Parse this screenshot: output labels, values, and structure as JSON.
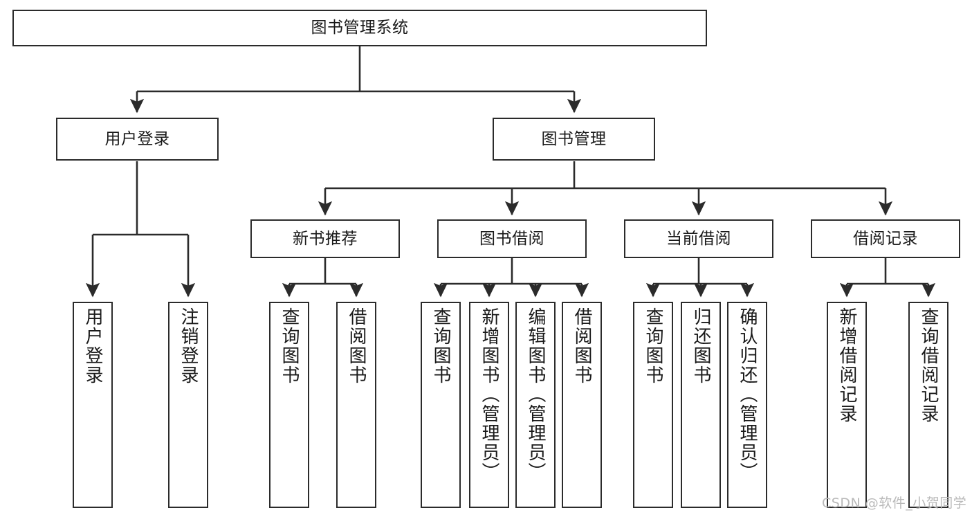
{
  "diagram": {
    "type": "tree-hierarchy",
    "title": "图书管理系统",
    "watermark": "CSDN @软件_小贺同学",
    "colors": {
      "node_border": "#2b2b2b",
      "node_fill": "#ffffff",
      "edge": "#2b2b2b",
      "text": "#1a1a1a",
      "watermark": "#b9b9b9",
      "background": "#ffffff"
    },
    "nodes": {
      "root": {
        "label": "图书管理系统"
      },
      "level2": [
        {
          "id": "user-login",
          "label": "用户登录"
        },
        {
          "id": "book-management",
          "label": "图书管理"
        }
      ],
      "level3": [
        {
          "id": "new-book-recommend",
          "label": "新书推荐"
        },
        {
          "id": "book-borrow",
          "label": "图书借阅"
        },
        {
          "id": "current-borrow",
          "label": "当前借阅"
        },
        {
          "id": "borrow-record",
          "label": "借阅记录"
        }
      ],
      "leaves": {
        "user_login": [
          {
            "id": "leaf-user-login",
            "label": "用户登录"
          },
          {
            "id": "leaf-user-logout",
            "label": "注销登录"
          }
        ],
        "new_book_recommend": [
          {
            "id": "leaf-query-book-1",
            "label": "查询图书"
          },
          {
            "id": "leaf-borrow-book-1",
            "label": "借阅图书"
          }
        ],
        "book_borrow": [
          {
            "id": "leaf-query-book-2",
            "label": "查询图书"
          },
          {
            "id": "leaf-add-book",
            "label": "新增图书（管理员）"
          },
          {
            "id": "leaf-edit-book",
            "label": "编辑图书（管理员）"
          },
          {
            "id": "leaf-borrow-book-2",
            "label": "借阅图书"
          }
        ],
        "current_borrow": [
          {
            "id": "leaf-query-book-3",
            "label": "查询图书"
          },
          {
            "id": "leaf-return-book",
            "label": "归还图书"
          },
          {
            "id": "leaf-confirm-return",
            "label": "确认归还（管理员）"
          }
        ],
        "borrow_record": [
          {
            "id": "leaf-add-record",
            "label": "新增借阅记录"
          },
          {
            "id": "leaf-query-record",
            "label": "查询借阅记录"
          }
        ]
      }
    }
  }
}
